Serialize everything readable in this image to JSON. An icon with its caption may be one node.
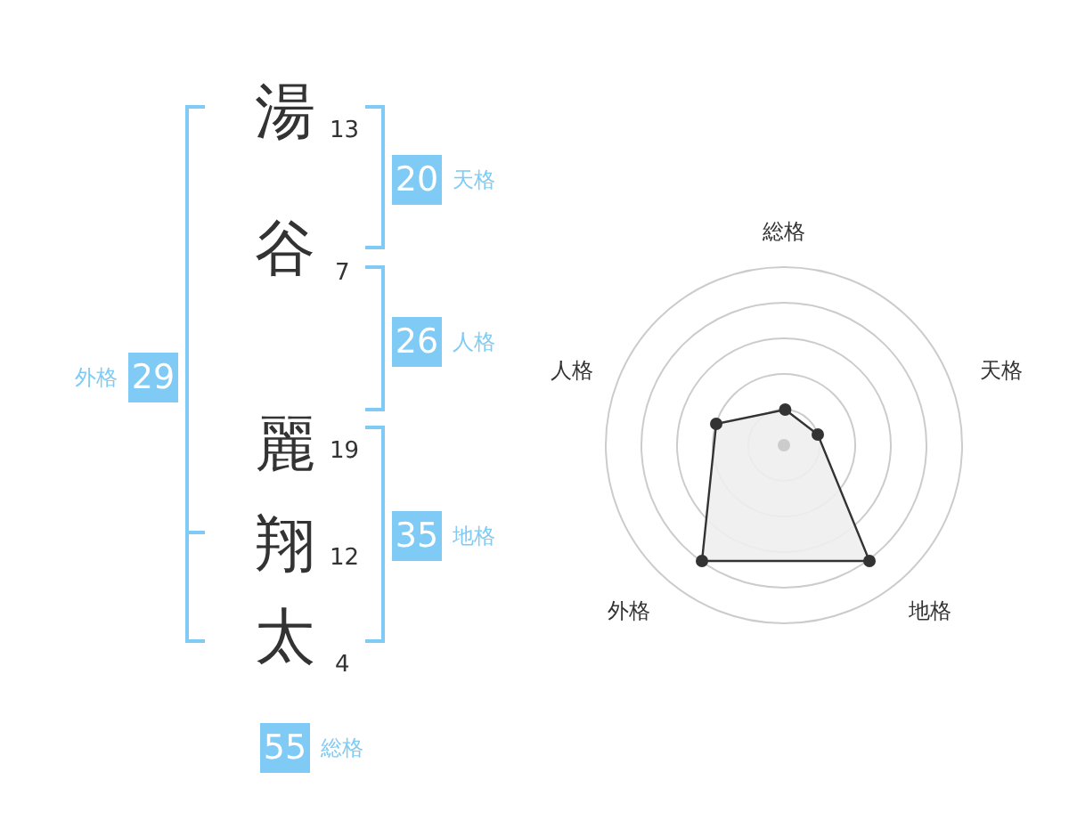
{
  "diagram": {
    "nodes": [
      {
        "text": [
          "20"
        ],
        "beside": [
          "天格"
        ]
      },
      {
        "text": [
          "26"
        ],
        "beside": [
          "人格"
        ]
      },
      {
        "text": [
          "29"
        ],
        "beside": [
          "外格"
        ]
      },
      {
        "text": [
          "35"
        ],
        "beside": [
          "地格"
        ]
      },
      {
        "text": [
          "55"
        ],
        "beside": [
          "総格"
        ]
      }
    ],
    "labels": [
      "湯",
      "13",
      "谷",
      "7",
      "麗",
      "19",
      "翔",
      "12",
      "太",
      "4",
      "総格",
      "人格",
      "天格",
      "外格",
      "地格"
    ]
  }
}
